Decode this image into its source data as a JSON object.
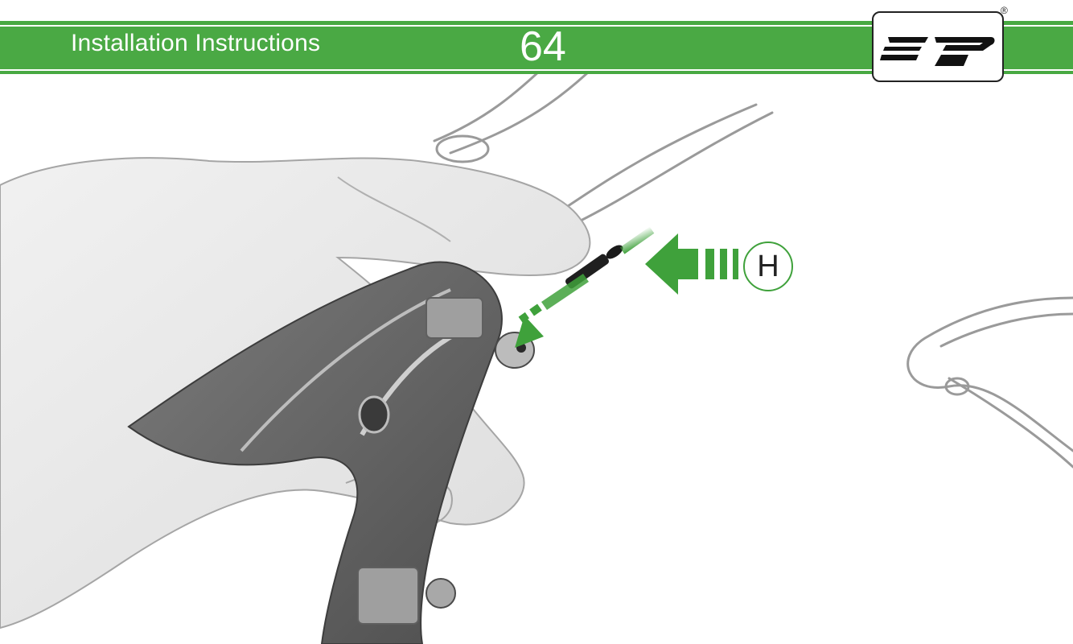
{
  "header": {
    "title": "Installation Instructions",
    "page_number": "64"
  },
  "logo": {
    "mark": "ep",
    "registered_symbol": "®"
  },
  "callout": {
    "part_label": "H"
  },
  "colors": {
    "accent_green": "#4aa944",
    "arrow_green": "#3fa13b",
    "sketch_gray": "#8a8a8a"
  },
  "icons": [
    "ep-logo",
    "insert-arrow-icon",
    "direction-arrow-icon",
    "rivet-icon"
  ]
}
